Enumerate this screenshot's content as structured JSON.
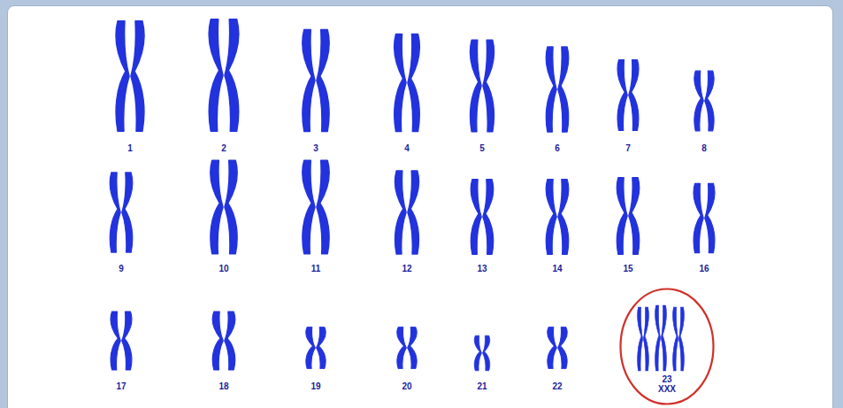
{
  "diagram": {
    "nodes": [
      {
        "text": [
          "23",
          "XXX"
        ]
      }
    ],
    "labels": [
      "1",
      "2",
      "3",
      "4",
      "5",
      "6",
      "7",
      "8",
      "9",
      "10",
      "11",
      "12",
      "13",
      "14",
      "15",
      "16",
      "17",
      "18",
      "19",
      "20",
      "21",
      "22"
    ]
  }
}
